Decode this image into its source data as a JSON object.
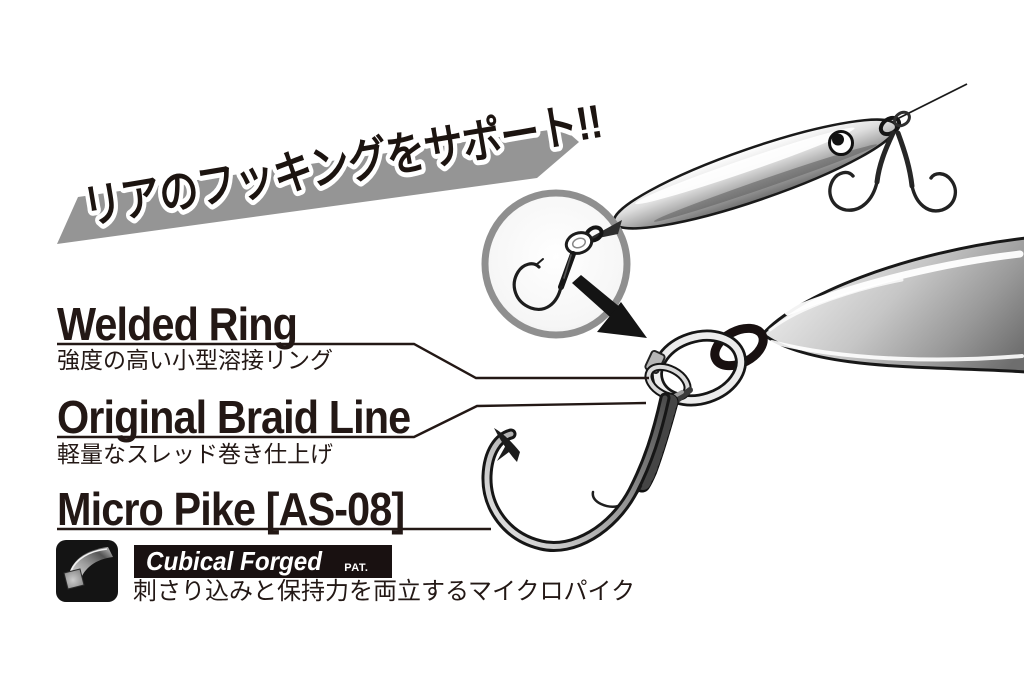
{
  "headline": {
    "text": "リアのフッキングをサポート!!"
  },
  "labels": {
    "welded_ring": {
      "title": "Welded Ring",
      "subtitle": "強度の高い小型溶接リング"
    },
    "braid_line": {
      "title": "Original Braid Line",
      "subtitle": "軽量なスレッド巻き仕上げ"
    },
    "micro_pike": {
      "title": "Micro Pike [AS-08]"
    }
  },
  "badge": {
    "label": "Cubical Forged",
    "pat": "PAT.",
    "caption": "刺さり込みと保持力を両立するマイクロパイク"
  },
  "icons": {
    "wire_icon": "square-cross-section-forged-wire",
    "magnifier": "magnifier-circle",
    "arrow": "zoom-arrow"
  },
  "colors": {
    "ink": "#231815",
    "banner_gray": "#959595",
    "badge_bg": "#191111",
    "magnifier_ring": "#8f8f8f",
    "metal_dark": "#6f6f6f",
    "metal_light": "#f2f2f2"
  }
}
